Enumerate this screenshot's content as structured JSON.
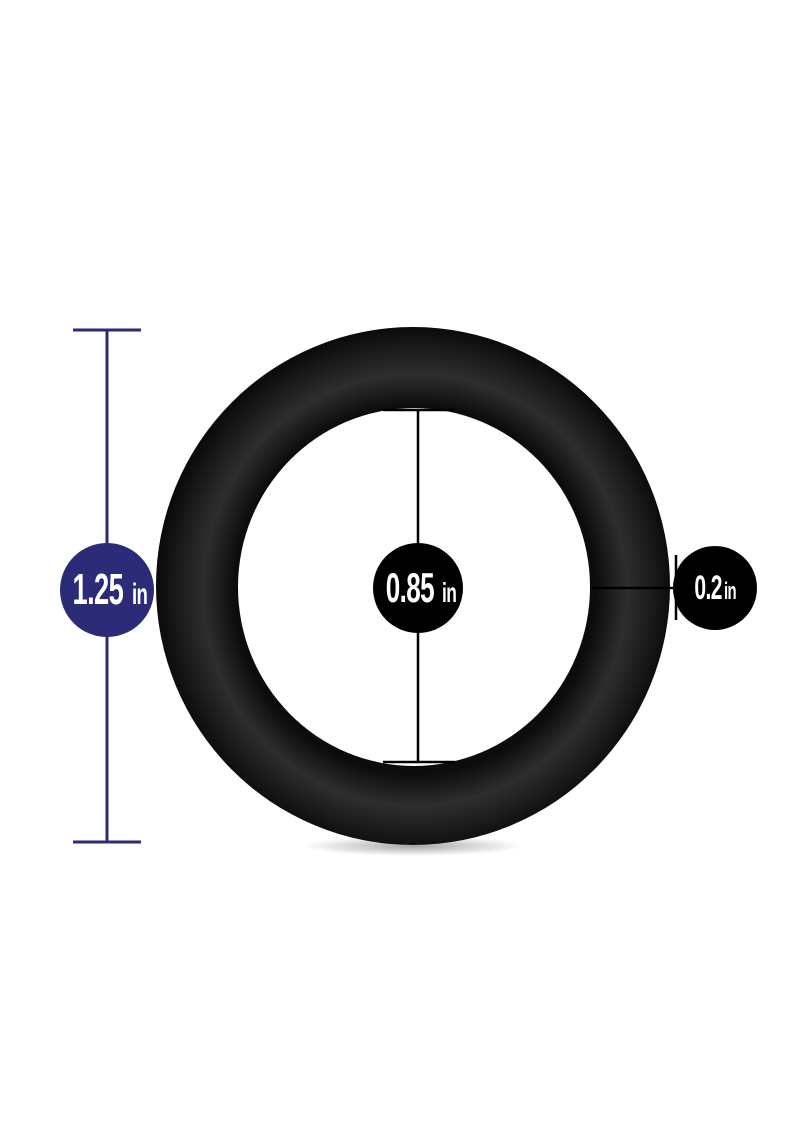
{
  "diagram": {
    "subject": "black ring",
    "colors": {
      "background": "#ffffff",
      "ring": "#111111",
      "ring_highlight": "#3a3a3a",
      "overall_dimension_line": "#2b2b78",
      "overall_label_bg": "#2b2b78",
      "inner_label_bg": "#000000",
      "thickness_label_bg": "#000000",
      "label_text": "#ffffff"
    },
    "dimensions": {
      "overall": {
        "value": "1.25",
        "unit": "in",
        "orientation": "vertical",
        "description": "outer diameter"
      },
      "inner": {
        "value": "0.85",
        "unit": "in",
        "orientation": "vertical",
        "description": "inner diameter"
      },
      "thickness": {
        "value": "0.2",
        "unit": "in",
        "orientation": "horizontal",
        "description": "ring wall thickness"
      }
    }
  }
}
